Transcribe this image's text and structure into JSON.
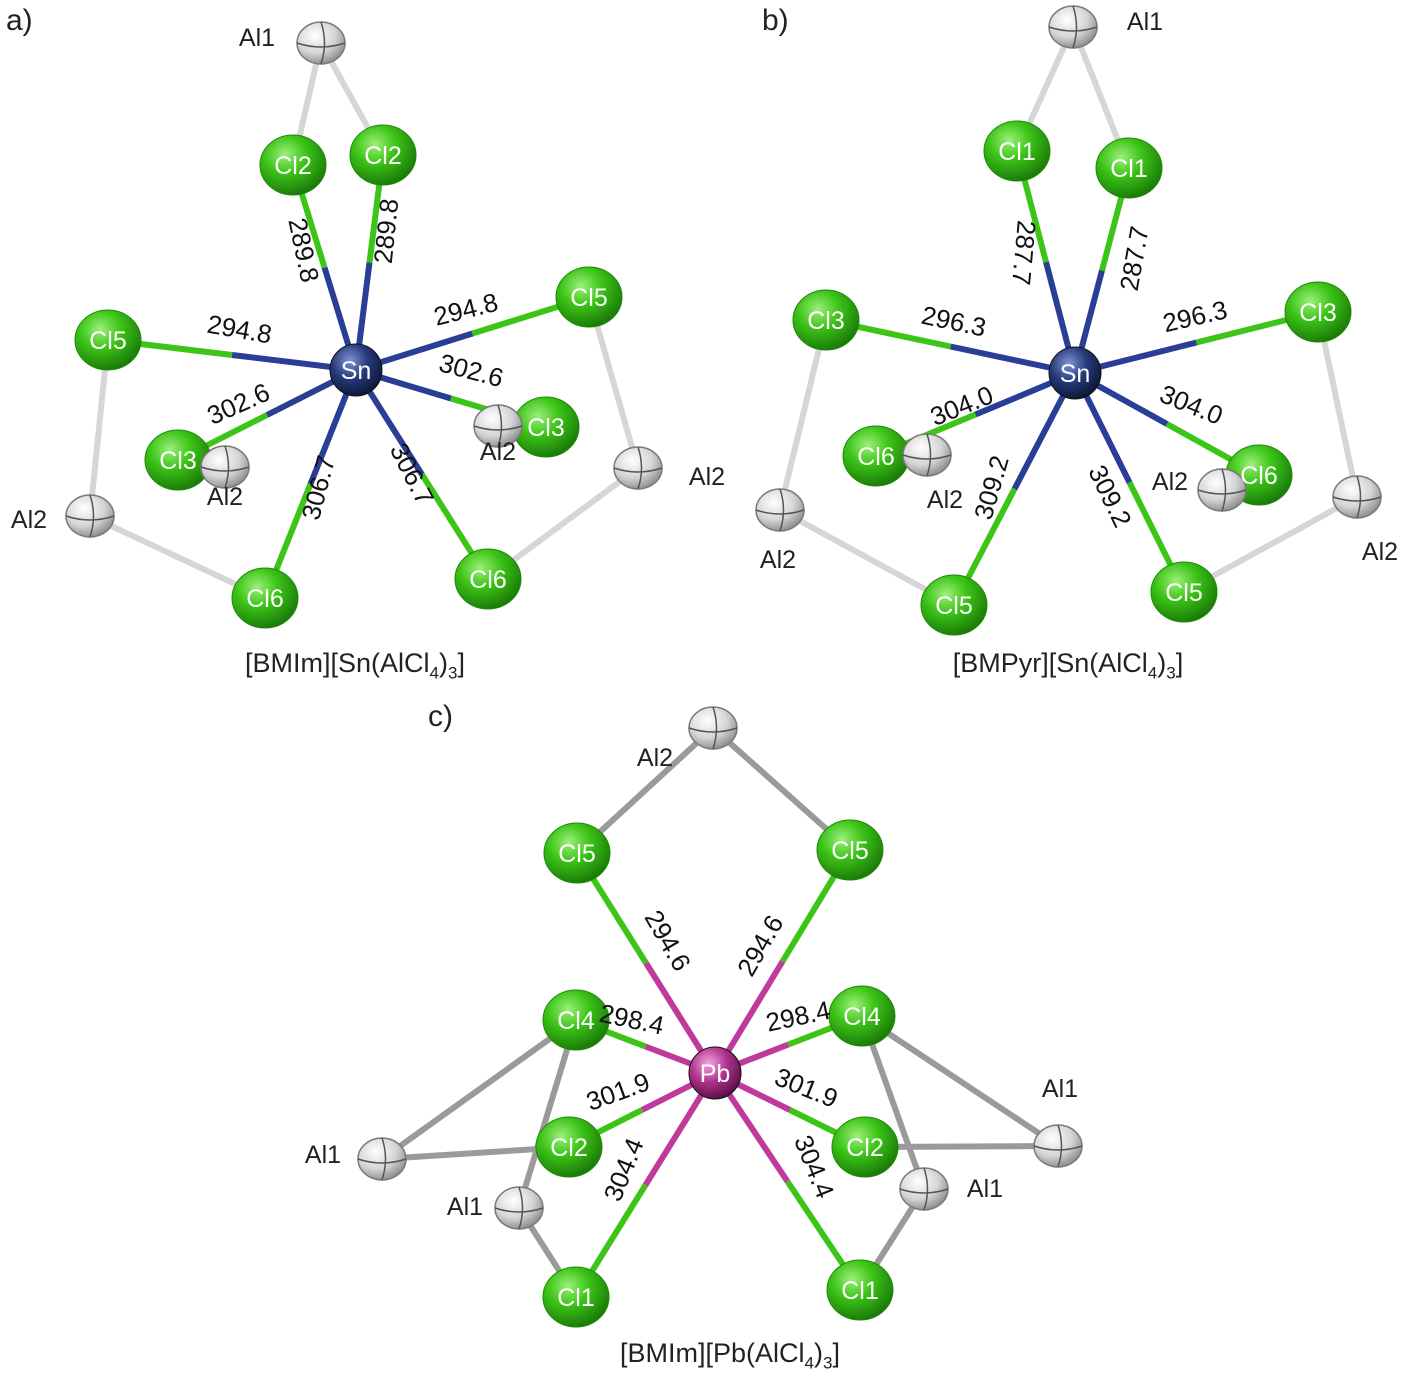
{
  "colors": {
    "cl": "#3cc417",
    "cl_dark": "#1f8a0a",
    "al": "#c9c9c9",
    "al_light": "#f0f0f0",
    "sn": "#263a7a",
    "sn_bond": "#2b3e95",
    "pb": "#b0338f",
    "pb_bond": "#c03a9c",
    "al_bond_light": "#d6d6d6",
    "al_bond_dark": "#9a9a9a"
  },
  "panels": [
    {
      "letter": "a)",
      "caption": {
        "pre": "[BMIm][Sn(AlCl",
        "sub1": "4",
        "mid": ")",
        "sub2": "3",
        "post": "]"
      },
      "center": {
        "label": "Sn",
        "type": "sn"
      },
      "ligands": [
        {
          "label": "Cl2",
          "bond": "289.8",
          "rot": 78
        },
        {
          "label": "Cl2",
          "bond": "289.8",
          "rot": -84
        },
        {
          "label": "Cl5",
          "bond": "294.8",
          "rot": 10
        },
        {
          "label": "Cl5",
          "bond": "294.8",
          "rot": -14
        },
        {
          "label": "Cl3",
          "bond": "302.6",
          "rot": -24
        },
        {
          "label": "Cl3",
          "bond": "302.6",
          "rot": 15
        },
        {
          "label": "Cl6",
          "bond": "306.7",
          "rot": -75
        },
        {
          "label": "Cl6",
          "bond": "306.7",
          "rot": 63
        }
      ],
      "aluminium": [
        "Al1",
        "Al2",
        "Al2",
        "Al2",
        "Al2"
      ]
    },
    {
      "letter": "b)",
      "caption": {
        "pre": "[BMPyr][Sn(AlCl",
        "sub1": "4",
        "mid": ")",
        "sub2": "3",
        "post": "]"
      },
      "center": {
        "label": "Sn",
        "type": "sn"
      },
      "ligands": [
        {
          "label": "Cl1",
          "bond": "287.7",
          "rot": 95
        },
        {
          "label": "Cl1",
          "bond": "287.7",
          "rot": -80
        },
        {
          "label": "Cl3",
          "bond": "296.3",
          "rot": 12
        },
        {
          "label": "Cl3",
          "bond": "296.3",
          "rot": -13
        },
        {
          "label": "Cl6",
          "bond": "304.0",
          "rot": -22
        },
        {
          "label": "Cl6",
          "bond": "304.0",
          "rot": 22
        },
        {
          "label": "Cl5",
          "bond": "309.2",
          "rot": -74
        },
        {
          "label": "Cl5",
          "bond": "309.2",
          "rot": 64
        }
      ],
      "aluminium": [
        "Al1",
        "Al2",
        "Al2",
        "Al2",
        "Al2"
      ]
    },
    {
      "letter": "c)",
      "caption": {
        "pre": "[BMIm][Pb(AlCl",
        "sub1": "4",
        "mid": ")",
        "sub2": "3",
        "post": "]"
      },
      "center": {
        "label": "Pb",
        "type": "pb"
      },
      "ligands": [
        {
          "label": "Cl5",
          "bond": "294.6",
          "rot": 60
        },
        {
          "label": "Cl5",
          "bond": "294.6",
          "rot": -60
        },
        {
          "label": "Cl4",
          "bond": "298.4",
          "rot": 12
        },
        {
          "label": "Cl4",
          "bond": "298.4",
          "rot": -12
        },
        {
          "label": "Cl2",
          "bond": "301.9",
          "rot": -20
        },
        {
          "label": "Cl2",
          "bond": "301.9",
          "rot": 22
        },
        {
          "label": "Cl1",
          "bond": "304.4",
          "rot": -68
        },
        {
          "label": "Cl1",
          "bond": "304.4",
          "rot": 68
        }
      ],
      "aluminium": [
        "Al2",
        "Al1",
        "Al1",
        "Al1",
        "Al1"
      ]
    }
  ]
}
